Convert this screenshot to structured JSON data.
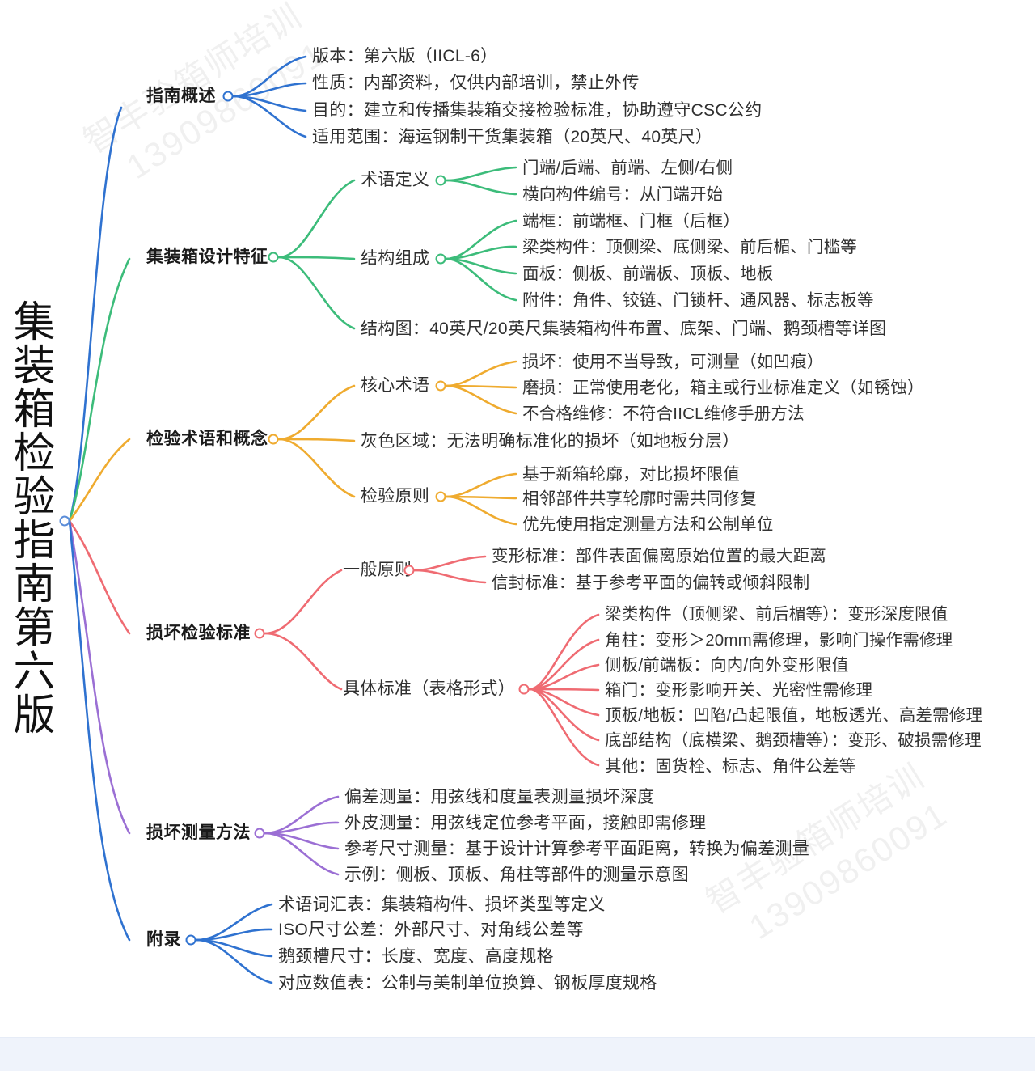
{
  "title": "集装箱检验指南第六版思维导图",
  "root": {
    "label": "集装箱检验指南第六版"
  },
  "watermarks": [
    {
      "line1": "智丰验箱师培训",
      "line2": "13909860091"
    },
    {
      "line1": "智丰验箱师培训",
      "line2": "13909860091"
    }
  ],
  "colors": {
    "branch_guide": "#2f72d0",
    "branch_design": "#3cbc7a",
    "branch_terms": "#efab2f",
    "branch_damage": "#ef6b72",
    "branch_measure": "#9b6fd4",
    "branch_appendix": "#2f72d0",
    "root_text": "#111111",
    "label_text": "#2b2b2b",
    "bottom_strip": "#eff3fb"
  },
  "branches": [
    {
      "id": "guide-overview",
      "label": "指南概述",
      "color": "#2f72d0",
      "children": [
        {
          "label": "版本：第六版（IICL-6）"
        },
        {
          "label": "性质：内部资料，仅供内部培训，禁止外传"
        },
        {
          "label": "目的：建立和传播集装箱交接检验标准，协助遵守CSC公约"
        },
        {
          "label": "适用范围：海运钢制干货集装箱（20英尺、40英尺）"
        }
      ]
    },
    {
      "id": "container-design",
      "label": "集装箱设计特征",
      "color": "#3cbc7a",
      "children": [
        {
          "label": "术语定义",
          "children": [
            {
              "label": "门端/后端、前端、左侧/右侧"
            },
            {
              "label": "横向构件编号：从门端开始"
            }
          ]
        },
        {
          "label": "结构组成",
          "children": [
            {
              "label": "端框：前端框、门框（后框）"
            },
            {
              "label": "梁类构件：顶侧梁、底侧梁、前后楣、门槛等"
            },
            {
              "label": "面板：侧板、前端板、顶板、地板"
            },
            {
              "label": "附件：角件、铰链、门锁杆、通风器、标志板等"
            }
          ]
        },
        {
          "label": "结构图：40英尺/20英尺集装箱构件布置、底架、门端、鹅颈槽等详图"
        }
      ]
    },
    {
      "id": "inspection-terms",
      "label": "检验术语和概念",
      "color": "#efab2f",
      "children": [
        {
          "label": "核心术语",
          "children": [
            {
              "label": "损坏：使用不当导致，可测量（如凹痕）"
            },
            {
              "label": "磨损：正常使用老化，箱主或行业标准定义（如锈蚀）"
            },
            {
              "label": "不合格维修：不符合IICL维修手册方法"
            }
          ]
        },
        {
          "label": "灰色区域：无法明确标准化的损坏（如地板分层）"
        },
        {
          "label": "检验原则",
          "children": [
            {
              "label": "基于新箱轮廓，对比损坏限值"
            },
            {
              "label": "相邻部件共享轮廓时需共同修复"
            },
            {
              "label": "优先使用指定测量方法和公制单位"
            }
          ]
        }
      ]
    },
    {
      "id": "damage-standards",
      "label": "损坏检验标准",
      "color": "#ef6b72",
      "children": [
        {
          "label": "一般原则",
          "children": [
            {
              "label": "变形标准：部件表面偏离原始位置的最大距离"
            },
            {
              "label": "信封标准：基于参考平面的偏转或倾斜限制"
            }
          ]
        },
        {
          "label": "具体标准（表格形式）",
          "children": [
            {
              "label": "梁类构件（顶侧梁、前后楣等）：变形深度限值"
            },
            {
              "label": "角柱：变形＞20mm需修理，影响门操作需修理"
            },
            {
              "label": "侧板/前端板：向内/向外变形限值"
            },
            {
              "label": "箱门：变形影响开关、光密性需修理"
            },
            {
              "label": "顶板/地板：凹陷/凸起限值，地板透光、高差需修理"
            },
            {
              "label": "底部结构（底横梁、鹅颈槽等）：变形、破损需修理"
            },
            {
              "label": "其他：固货栓、标志、角件公差等"
            }
          ]
        }
      ]
    },
    {
      "id": "measure-methods",
      "label": "损坏测量方法",
      "color": "#9b6fd4",
      "children": [
        {
          "label": "偏差测量：用弦线和度量表测量损坏深度"
        },
        {
          "label": "外皮测量：用弦线定位参考平面，接触即需修理"
        },
        {
          "label": "参考尺寸测量：基于设计计算参考平面距离，转换为偏差测量"
        },
        {
          "label": "示例：侧板、顶板、角柱等部件的测量示意图"
        }
      ]
    },
    {
      "id": "appendix",
      "label": "附录",
      "color": "#2f72d0",
      "children": [
        {
          "label": "术语词汇表：集装箱构件、损坏类型等定义"
        },
        {
          "label": "ISO尺寸公差：外部尺寸、对角线公差等"
        },
        {
          "label": "鹅颈槽尺寸：长度、宽度、高度规格"
        },
        {
          "label": "对应数值表：公制与美制单位换算、钢板厚度规格"
        }
      ]
    }
  ]
}
